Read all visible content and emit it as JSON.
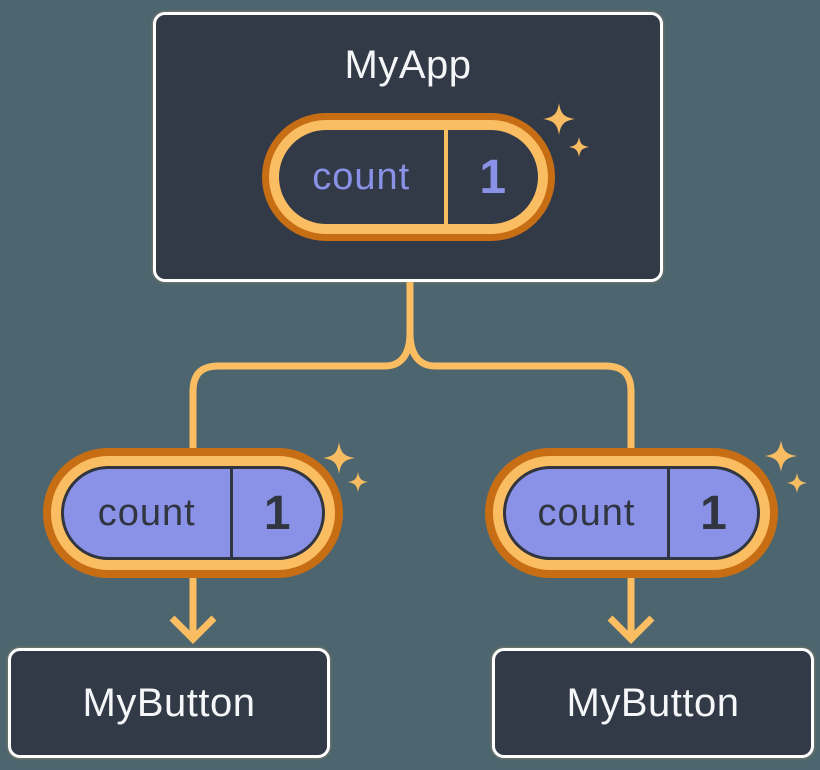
{
  "diagram": {
    "root": {
      "title": "MyApp",
      "state": {
        "label": "count",
        "value": "1"
      }
    },
    "children": [
      {
        "title": "MyButton",
        "state": {
          "label": "count",
          "value": "1"
        }
      },
      {
        "title": "MyButton",
        "state": {
          "label": "count",
          "value": "1"
        }
      }
    ]
  },
  "colors": {
    "background": "#4D656E",
    "node_fill": "#323947",
    "node_border": "#FFFFFF",
    "light_text": "#F4F6F8",
    "dark_text": "#30353F",
    "pill_ring_outer": "#C76E15",
    "pill_ring_inner": "#FABD62",
    "pill_purple": "#8A92E8",
    "connector": "#FABD62",
    "sparkle": "#F8BC62"
  }
}
